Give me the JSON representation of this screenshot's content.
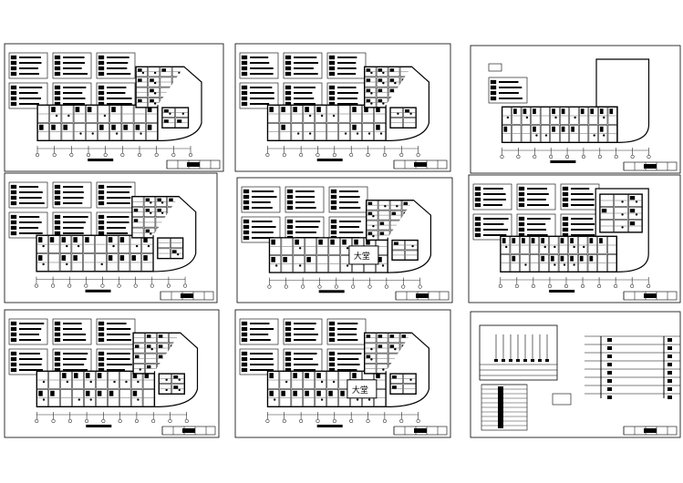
{
  "sheets": [
    {
      "kind": "plan-wing",
      "room_label": ""
    },
    {
      "kind": "plan-wing-notch",
      "room_label": ""
    },
    {
      "kind": "plan-open",
      "room_label": ""
    },
    {
      "kind": "plan-wing",
      "room_label": ""
    },
    {
      "kind": "plan-lobby",
      "room_label": "大堂"
    },
    {
      "kind": "plan-open-rooms",
      "room_label": ""
    },
    {
      "kind": "plan-wing",
      "room_label": ""
    },
    {
      "kind": "plan-lobby-ground",
      "room_label": "大堂"
    },
    {
      "kind": "system-diagram",
      "room_label": ""
    }
  ],
  "colors": {
    "background": "#ffffff",
    "line": "#000000"
  }
}
